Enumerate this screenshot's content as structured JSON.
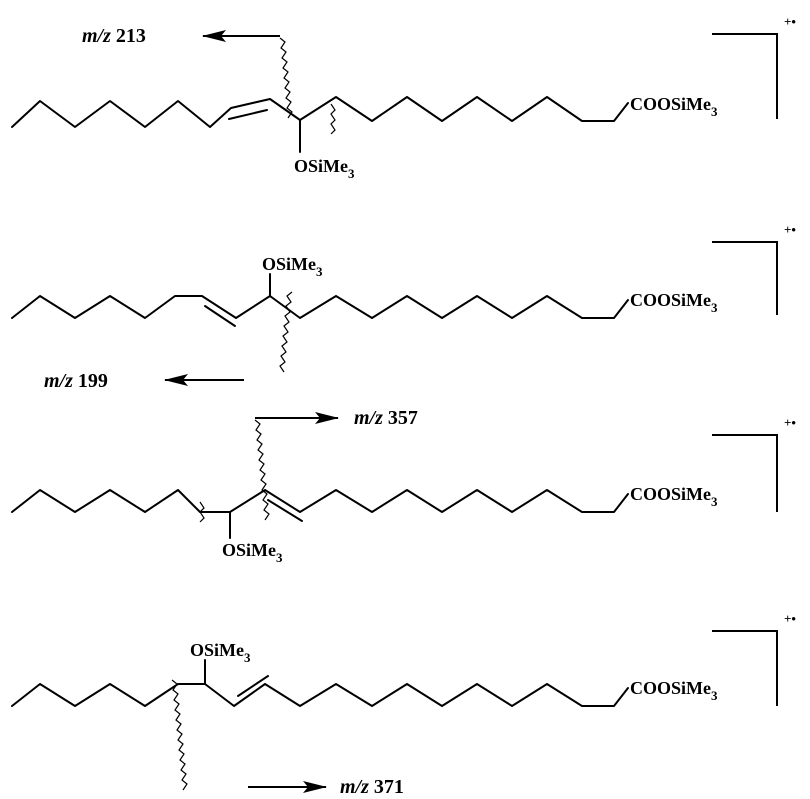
{
  "chem": {
    "cooh_label": "COOSiMe",
    "cooh_sub": "3",
    "osime_label": "OSiMe",
    "osime_sub": "3",
    "charge": "+•"
  },
  "fragments": [
    {
      "mz_prefix": "m/z",
      "mz_value": "213"
    },
    {
      "mz_prefix": "m/z",
      "mz_value": "199"
    },
    {
      "mz_prefix": "m/z",
      "mz_value": "357"
    },
    {
      "mz_prefix": "m/z",
      "mz_value": "371"
    }
  ]
}
